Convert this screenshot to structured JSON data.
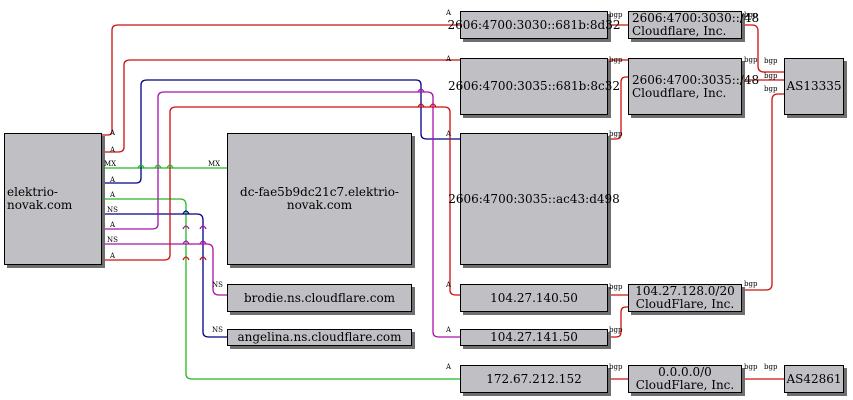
{
  "colors": {
    "a": "#cc1111",
    "mx": "#22bb22",
    "ns_navy": "#000088",
    "ns_purple": "#aa11aa",
    "a_green": "#22bb22",
    "bgp": "#cc1111"
  },
  "nodes": {
    "domain": "elektrio-novak.com",
    "mx_host": "dc-fae5b9dc21c7.elektrio-novak.com",
    "ns1": "brodie.ns.cloudflare.com",
    "ns2": "angelina.ns.cloudflare.com",
    "ip6_1": "2606:4700:3030::681b:8d32",
    "ip6_2": "2606:4700:3035::681b:8c32",
    "ip6_3": "2606:4700:3035::ac43:d498",
    "ip4_1": "104.27.140.50",
    "ip4_2": "104.27.141.50",
    "ip4_3": "172.67.212.152",
    "pfx6_1": {
      "line1": "2606:4700:3030::/48",
      "line2": "Cloudflare, Inc."
    },
    "pfx6_2": {
      "line1": "2606:4700:3035::/48",
      "line2": "Cloudflare, Inc."
    },
    "pfx4_1": {
      "line1": "104.27.128.0/20",
      "line2": "CloudFlare, Inc."
    },
    "pfx4_2": {
      "line1": "0.0.0.0/0",
      "line2": "CloudFlare, Inc."
    },
    "as1": "AS13335",
    "as2": "AS42861"
  },
  "edge_labels": {
    "a": "A",
    "mx": "MX",
    "ns": "NS",
    "bgp": "bgp"
  }
}
